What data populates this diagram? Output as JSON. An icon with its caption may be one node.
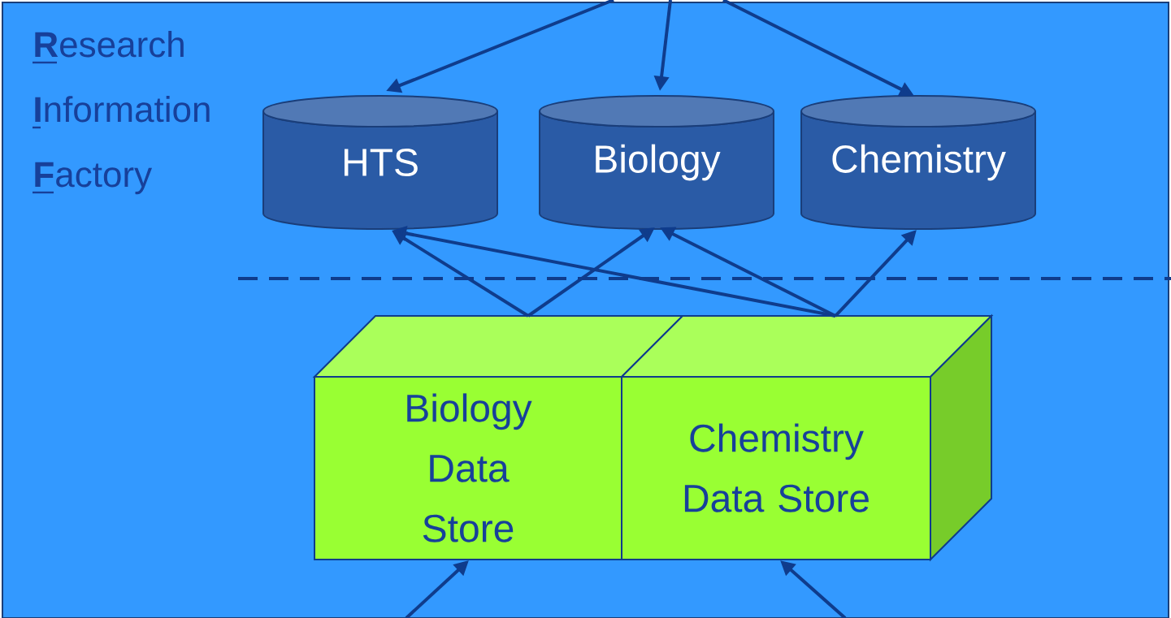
{
  "diagram": {
    "nodes": [
      {
        "text": [
          "HTS"
        ]
      },
      {
        "text": [
          "Biology"
        ]
      },
      {
        "text": [
          "Chemistry"
        ]
      },
      {
        "text": [
          "Biology Data Store"
        ]
      },
      {
        "text": [
          "Chemistry Data Store"
        ]
      }
    ],
    "edges": [
      {
        "from": null,
        "to": 0,
        "arrow": "to"
      },
      {
        "from": null,
        "to": 1,
        "arrow": "to"
      },
      {
        "from": null,
        "to": 2,
        "arrow": "to"
      },
      {
        "from": 3,
        "to": 0,
        "arrow": "to"
      },
      {
        "from": 3,
        "to": 1,
        "arrow": "to"
      },
      {
        "from": 4,
        "to": 0,
        "arrow": "to"
      },
      {
        "from": 4,
        "to": 1,
        "arrow": "to"
      },
      {
        "from": 4,
        "to": 2,
        "arrow": "to"
      },
      {
        "from": null,
        "to": 3,
        "arrow": "to"
      },
      {
        "from": null,
        "to": 4,
        "arrow": "to"
      }
    ],
    "labels": [
      "**R**esearch",
      "**I**nformation",
      "**F**actory"
    ]
  }
}
